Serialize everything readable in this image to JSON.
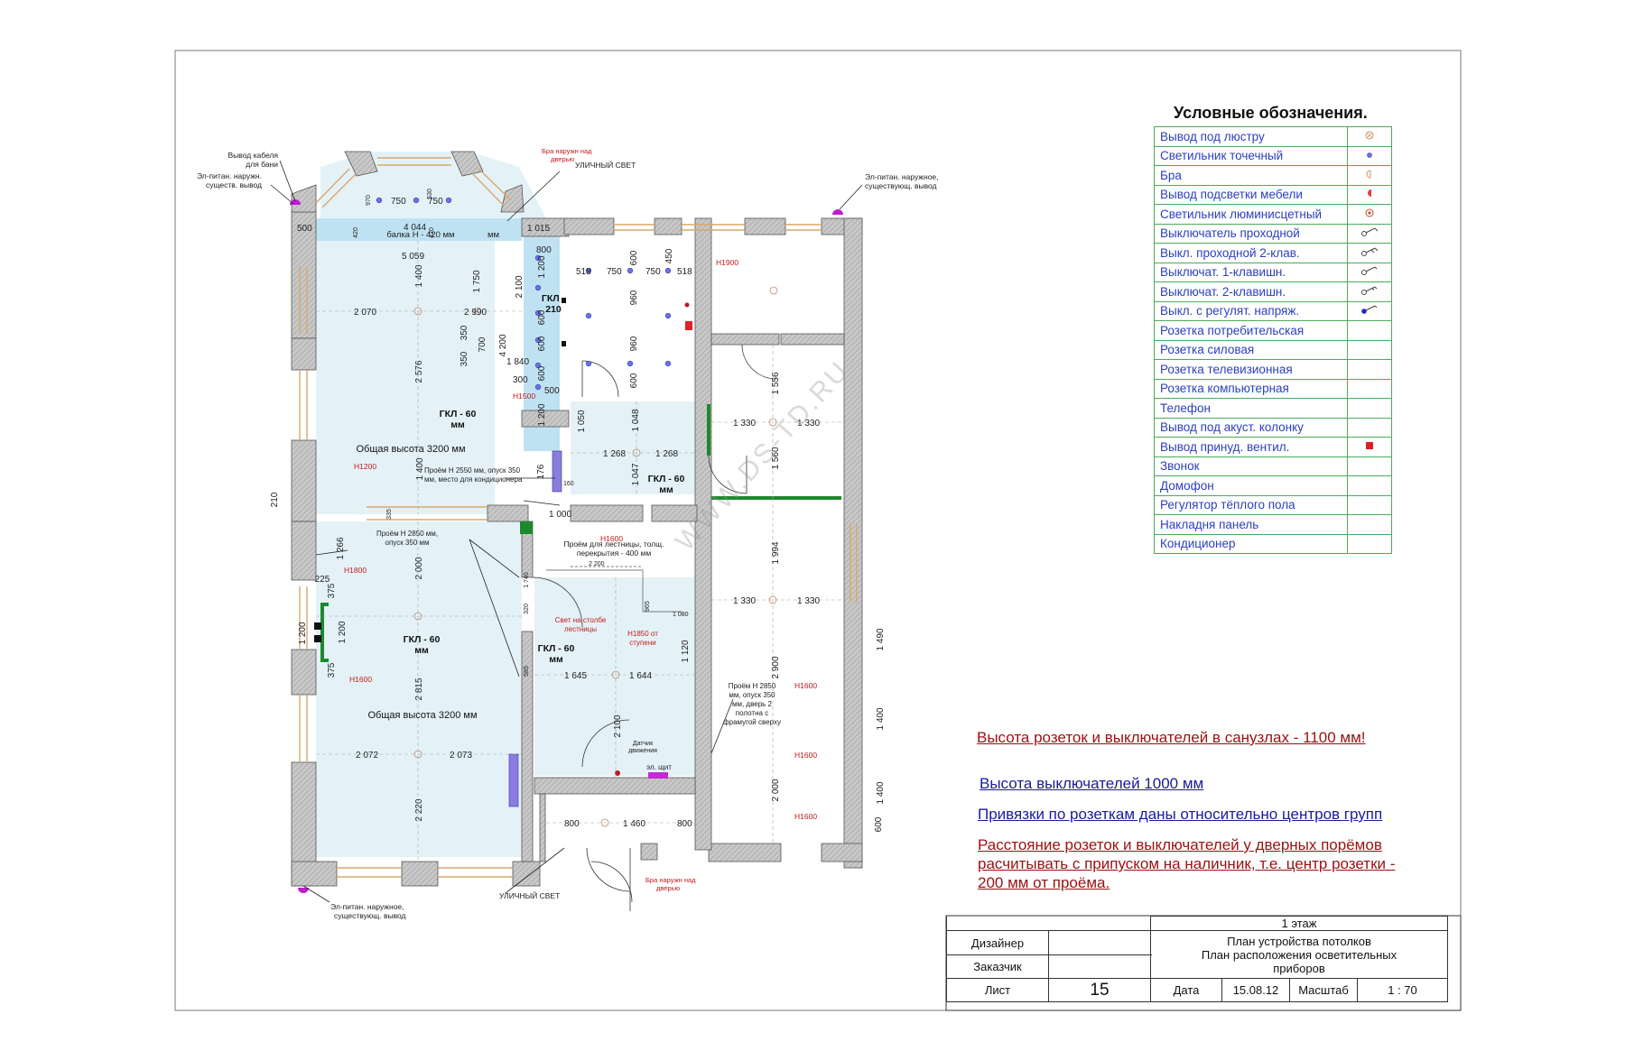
{
  "legend": {
    "title": "Условные обозначения.",
    "items": [
      {
        "label": "Вывод под люстру",
        "icon": "chandelier-outlet-icon"
      },
      {
        "label": "Светильник точечный",
        "icon": "spotlight-icon"
      },
      {
        "label": "Бра",
        "icon": "sconce-icon"
      },
      {
        "label": "Вывод подсветки мебели",
        "icon": "furniture-light-icon"
      },
      {
        "label": "Светильник люминисцетный",
        "icon": "fluorescent-lamp-icon"
      },
      {
        "label": "Выключатель проходной",
        "icon": "pass-switch-icon"
      },
      {
        "label": "Выкл. проходной 2-клав.",
        "icon": "pass-switch-2-icon"
      },
      {
        "label": "Выключат. 1-клавишн.",
        "icon": "switch-1-icon"
      },
      {
        "label": "Выключат. 2-клавишн.",
        "icon": "switch-2-icon"
      },
      {
        "label": "Выкл. с регулят. напряж.",
        "icon": "dimmer-switch-icon"
      },
      {
        "label": "Розетка потребительская",
        "icon": ""
      },
      {
        "label": "Розетка силовая",
        "icon": ""
      },
      {
        "label": "Розетка телевизионная",
        "icon": ""
      },
      {
        "label": "Розетка компьютерная",
        "icon": ""
      },
      {
        "label": "Телефон",
        "icon": ""
      },
      {
        "label": "Вывод под акуст. колонку",
        "icon": ""
      },
      {
        "label": "Вывод принуд. вентил.",
        "icon": "ventilation-icon"
      },
      {
        "label": "Звонок",
        "icon": ""
      },
      {
        "label": "Домофон",
        "icon": ""
      },
      {
        "label": "Регулятор тёплого пола",
        "icon": ""
      },
      {
        "label": "Накладня панель",
        "icon": ""
      },
      {
        "label": "Кондиционер",
        "icon": ""
      }
    ]
  },
  "notes": {
    "bathroom_height": "Высота розеток и выключателей  в санузлах - 1100 мм!",
    "switch_height": "Высота выключателей 1000 мм",
    "socket_reference": "Привязки по розеткам даны относительно центров групп",
    "door_distance_1": "Расстояние розеток и выключателей у дверных порёмов",
    "door_distance_2": "расчитывать с припуском на наличник, т.е. центр розетки -",
    "door_distance_3": "200 мм от проёма."
  },
  "watermark": "WWW.DS-TD.RU",
  "stamp": {
    "floor": "1 этаж",
    "title_1": "План устройства потолков",
    "title_2": "План расположения осветительных",
    "title_3": "приборов",
    "designer_label": "Дизайнер",
    "designer_value": "",
    "customer_label": "Заказчик",
    "customer_value": "",
    "sheet_label": "Лист",
    "sheet_number": "15",
    "date_label": "Дата",
    "date_value": "15.08.12",
    "scale_label": "Масштаб",
    "scale_value": "1 : 70"
  },
  "plan": {
    "rooms": [
      {
        "title": "ГКЛ - 60",
        "sub": "мм"
      },
      {
        "title": "ГКЛ - 60",
        "sub": "мм"
      },
      {
        "title": "ГКЛ - 60",
        "sub": "мм"
      },
      {
        "title": "ГКЛ - 60",
        "sub": "мм"
      },
      {
        "title": "ГКЛ -",
        "sub": "210"
      },
      {
        "title": "Общая высота 3200 мм",
        "sub": ""
      },
      {
        "title": "Общая высота 3200 мм",
        "sub": ""
      }
    ],
    "annotations": [
      "Вывод кабеля",
      "для бани",
      "Эл-питан. наружн.",
      "существ. вывод",
      "Бра наружн над",
      "дверью",
      "УЛИЧНЫЙ СВЕТ",
      "Эл-питан. наружное,",
      "существующ. вывод",
      "балка Н - 420 мм",
      "мм",
      "Проём  Н 2550 мм, опуск 350",
      "мм, место для кондиционера",
      "Проём  Н 2850 мм,",
      "опуск 350 мм",
      "Проём  для лестницы, толщ.",
      "перекрытия - 400 мм",
      "Свет на столбе",
      "лестницы",
      "Н1850 от",
      "ступени",
      "Проём  Н 2850",
      "мм, опуск 350",
      "мм,  дверь 2",
      "полотна с",
      "фрамугой сверху",
      "Датчик",
      "движения",
      "эл. щит",
      "УЛИЧНЫЙ СВЕТ",
      "Бра наружн над",
      "дверью",
      "Эл-питан. наружное,",
      "существующ. вывод"
    ],
    "heights": [
      "Н1900",
      "Н1500",
      "Н1200",
      "Н1600",
      "Н1800",
      "Н1600",
      "Н1600",
      "Н1600",
      "Н1600"
    ],
    "dims": [
      "500",
      "750",
      "750",
      "4 044",
      "1 015",
      "800",
      "5 059",
      "1 200",
      "2 100",
      "1 400",
      "1 750",
      "2 070",
      "2 990",
      "210",
      "600",
      "600",
      "600",
      "4 200",
      "350",
      "350",
      "700",
      "1 840",
      "300",
      "500",
      "2 576",
      "1 200",
      "518",
      "750",
      "750",
      "518",
      "600",
      "450",
      "960",
      "960",
      "600",
      "1 050",
      "1 048",
      "1 268",
      "1 268",
      "1 047",
      "1 400",
      "176",
      "1 556",
      "1 330",
      "1 330",
      "1 560",
      "1 000",
      "1 994",
      "1 266",
      "2 000",
      "225",
      "375",
      "1 200",
      "1 200",
      "375",
      "2 815",
      "2 072",
      "2 073",
      "2 220",
      "1 645",
      "1 644",
      "1 120",
      "2 100",
      "2 900",
      "2 000",
      "1 330",
      "1 330",
      "1 490",
      "1 400",
      "1 400",
      "600",
      "800",
      "1 460",
      "800",
      "970",
      "420",
      "530",
      "420",
      "335",
      "1 740",
      "320",
      "2 200",
      "965",
      "1 080",
      "585",
      "160"
    ]
  }
}
